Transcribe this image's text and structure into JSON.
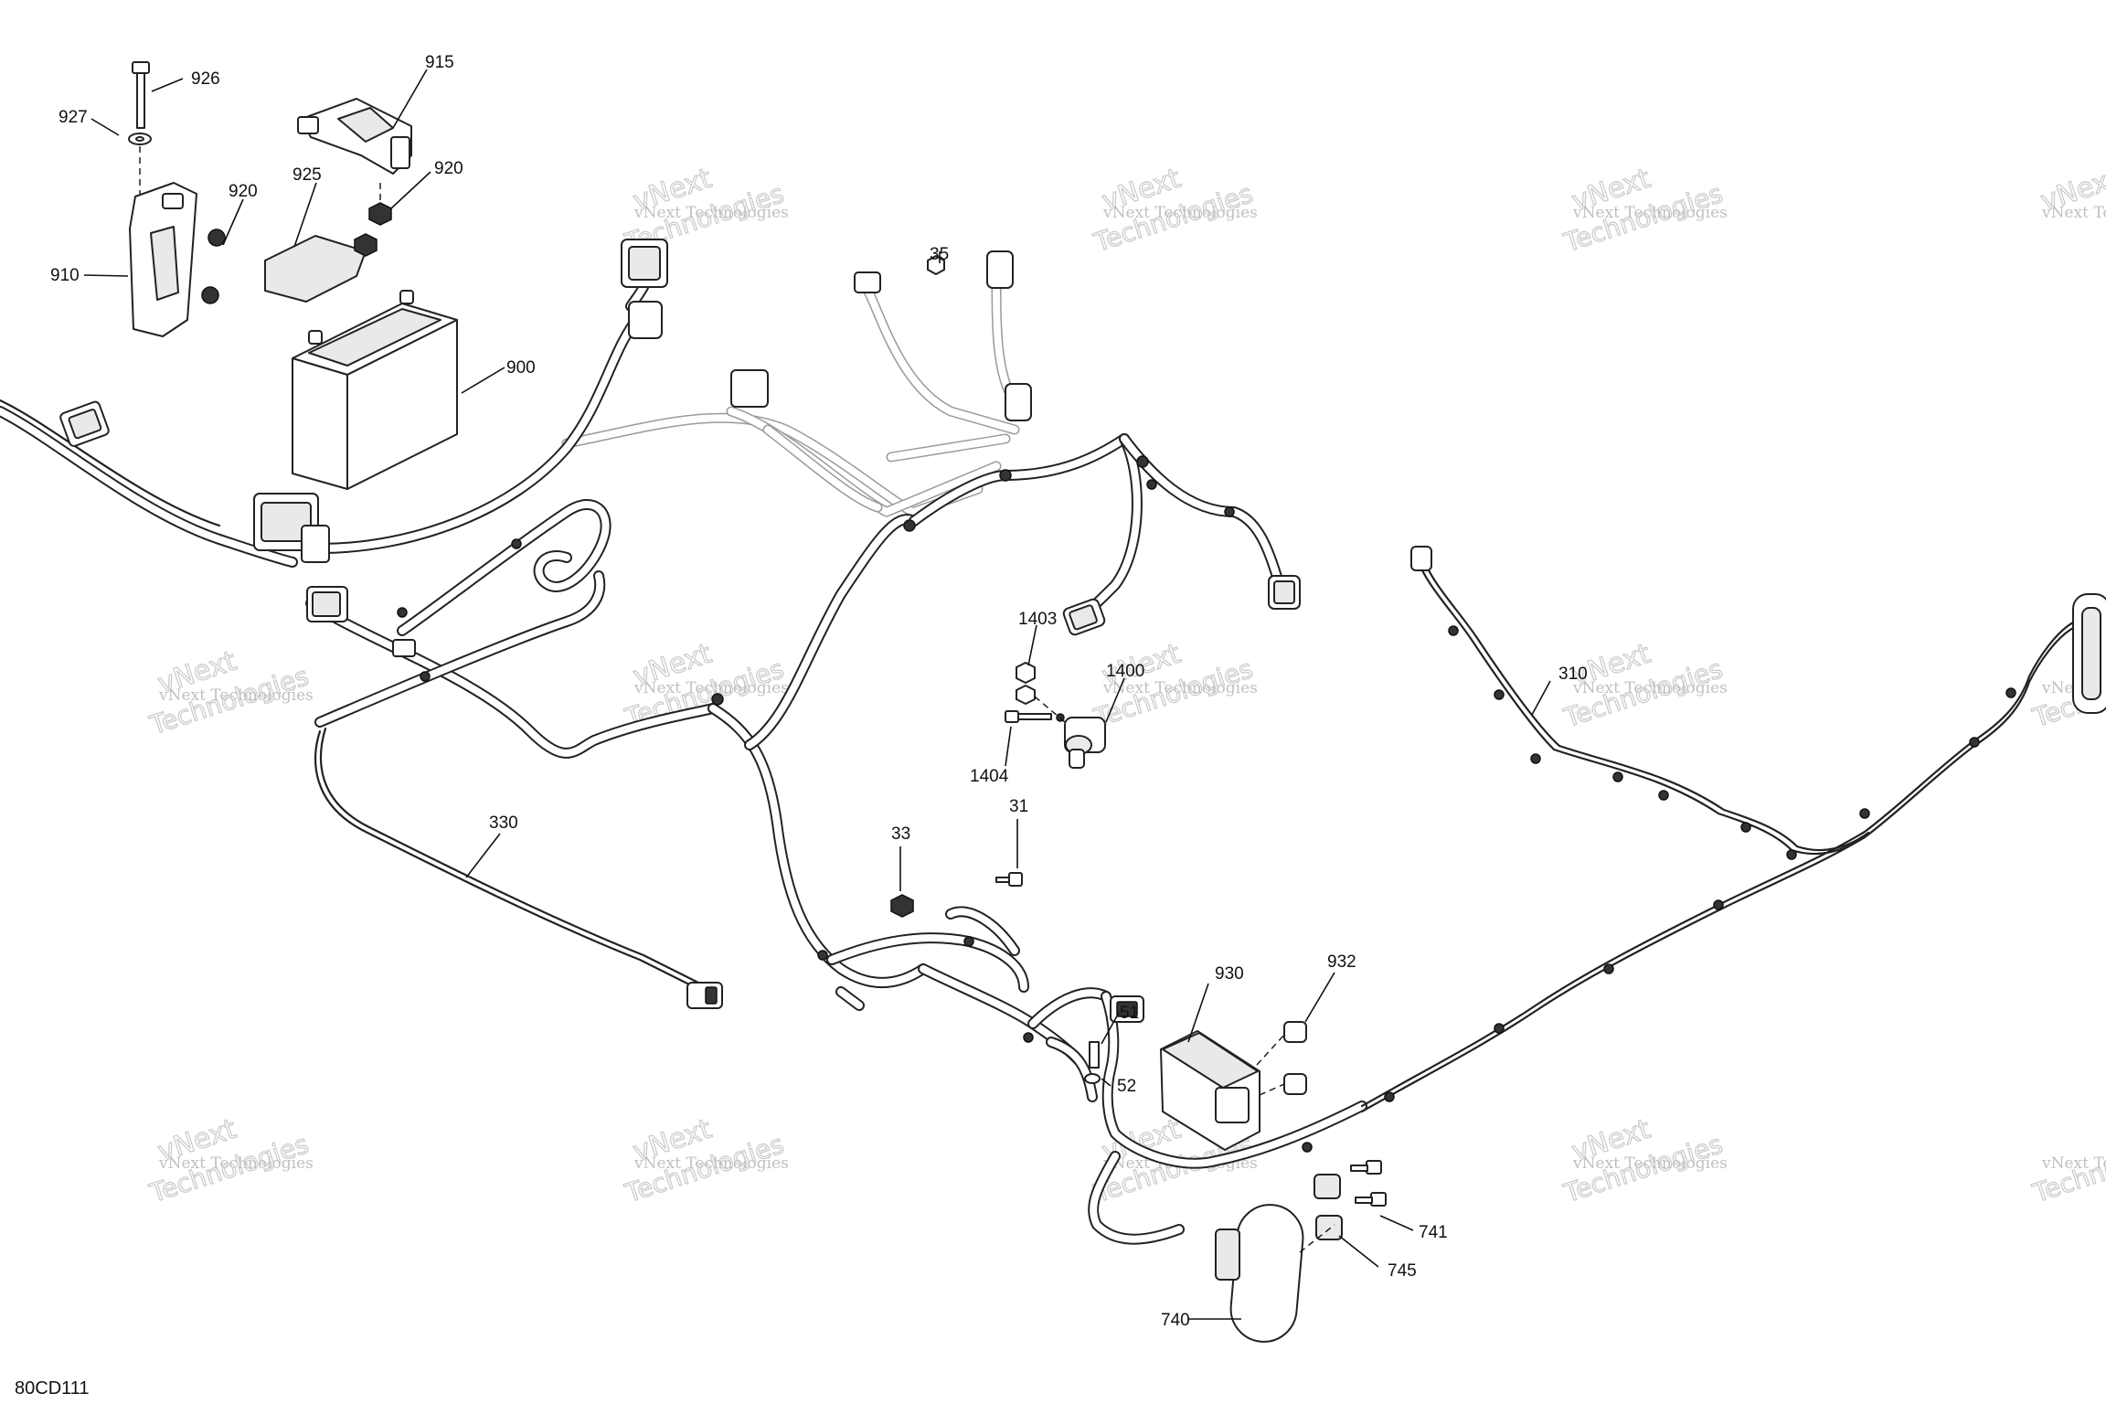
{
  "diagram": {
    "code": "80CD111",
    "watermark": {
      "line1": "vNext Technologies",
      "line2": "Technologies",
      "mark": "vNext"
    },
    "callouts": {
      "c926": "926",
      "c927": "927",
      "c915": "915",
      "c920a": "920",
      "c920b": "920",
      "c925": "925",
      "c910": "910",
      "c900": "900",
      "c35": "35",
      "c1403": "1403",
      "c1400": "1400",
      "c1404": "1404",
      "c310": "310",
      "c330": "330",
      "c33": "33",
      "c31": "31",
      "c930": "930",
      "c932": "932",
      "c51": "51",
      "c52": "52",
      "c741": "741",
      "c745": "745",
      "c740": "740"
    }
  }
}
